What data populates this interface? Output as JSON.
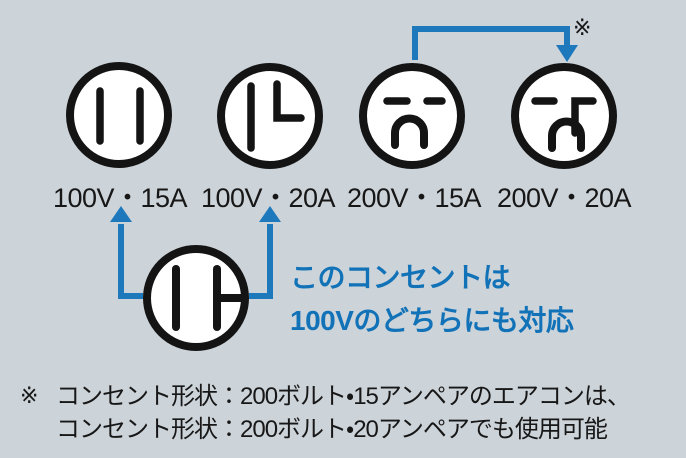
{
  "colors": {
    "background": "#ccd3d9",
    "arrow_blue": "#1e78bc",
    "caption_blue": "#1272b8",
    "outline_black": "#141414",
    "label_black": "#171717"
  },
  "outlets": [
    {
      "label": "100V・15A",
      "icon": "outlet-two-vertical-slots-icon"
    },
    {
      "label": "100V・20A",
      "icon": "outlet-vertical-and-l-slot-icon"
    },
    {
      "label": "200V・15A",
      "icon": "outlet-two-horizontal-slots-grounded-icon"
    },
    {
      "label": "200V・20A",
      "icon": "outlet-horizontal-and-l-slot-grounded-icon"
    }
  ],
  "top_note_mark": "※",
  "plug": {
    "icon": "two-prong-plug-icon"
  },
  "caption": {
    "line1": "このコンセントは",
    "line2": "100Vのどちらにも対応"
  },
  "footnote": {
    "mark": "※",
    "line1": "コンセント形状：200ボルト・15アンペアのエアコンは、",
    "line2": "コンセント形状：200ボルト・20アンペアでも使用可能"
  }
}
